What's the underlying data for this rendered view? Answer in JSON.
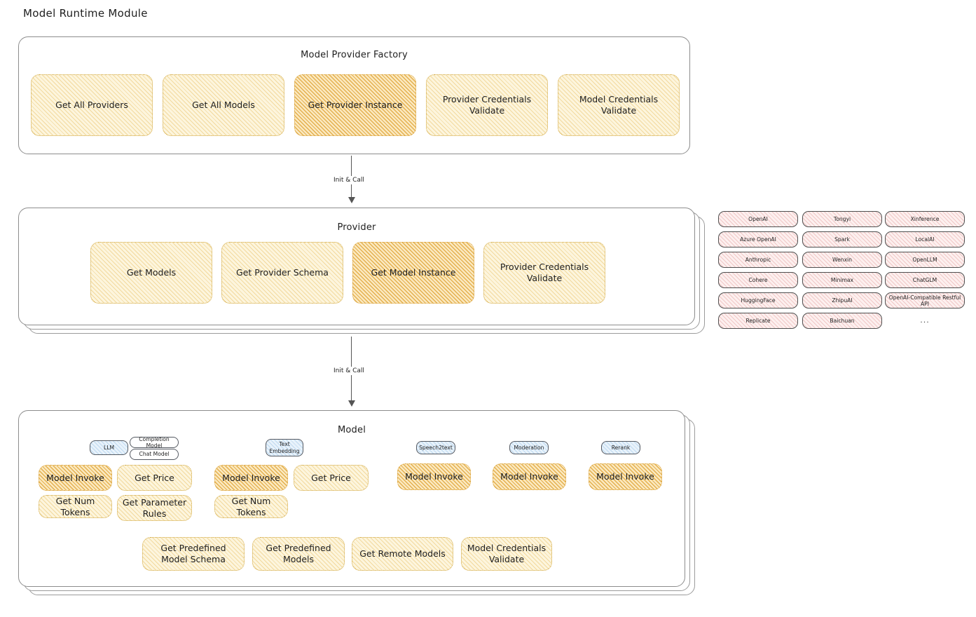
{
  "page": {
    "title": "Model Runtime Module"
  },
  "factory": {
    "title": "Model Provider Factory",
    "boxes": [
      {
        "label": "Get All Providers",
        "highlight": false
      },
      {
        "label": "Get All Models",
        "highlight": false
      },
      {
        "label": "Get Provider Instance",
        "highlight": true
      },
      {
        "label": "Provider Credentials Validate",
        "highlight": false
      },
      {
        "label": "Model Credentials Validate",
        "highlight": false
      }
    ]
  },
  "arrows": [
    {
      "label": "Init & Call"
    },
    {
      "label": "Init & Call"
    }
  ],
  "provider": {
    "title": "Provider",
    "boxes": [
      {
        "label": "Get Models",
        "highlight": false
      },
      {
        "label": "Get Provider Schema",
        "highlight": false
      },
      {
        "label": "Get Model Instance",
        "highlight": true
      },
      {
        "label": "Provider Credentials Validate",
        "highlight": false
      }
    ]
  },
  "provider_list": {
    "columns": [
      [
        "OpenAI",
        "Azure OpenAI",
        "Anthropic",
        "Cohere",
        "HuggingFace",
        "Replicate"
      ],
      [
        "Tongyi",
        "Spark",
        "Wenxin",
        "Minimax",
        "ZhipuAI",
        "Baichuan"
      ],
      [
        "Xinference",
        "LocalAI",
        "OpenLLM",
        "ChatGLM",
        "OpenAI-Compatible Restful API"
      ]
    ],
    "more": "..."
  },
  "model": {
    "title": "Model",
    "more": "...",
    "types": [
      {
        "name": "LLM",
        "subtags": [
          "Completion Model",
          "Chat Model"
        ]
      },
      {
        "name": "Text Embedding",
        "subtags": []
      },
      {
        "name": "Speech2text",
        "subtags": []
      },
      {
        "name": "Moderation",
        "subtags": []
      },
      {
        "name": "Rerank",
        "subtags": []
      }
    ],
    "llm_ops": [
      {
        "label": "Model Invoke",
        "highlight": true
      },
      {
        "label": "Get Price",
        "highlight": false
      },
      {
        "label": "Get Num Tokens",
        "highlight": false
      },
      {
        "label": "Get Parameter Rules",
        "highlight": false
      }
    ],
    "embedding_ops": [
      {
        "label": "Model Invoke",
        "highlight": true
      },
      {
        "label": "Get Price",
        "highlight": false
      },
      {
        "label": "Get Num Tokens",
        "highlight": false
      }
    ],
    "speech_ops": [
      {
        "label": "Model Invoke",
        "highlight": true
      }
    ],
    "moderation_ops": [
      {
        "label": "Model Invoke",
        "highlight": true
      }
    ],
    "rerank_ops": [
      {
        "label": "Model Invoke",
        "highlight": true
      }
    ],
    "common_ops": [
      {
        "label": "Get Predefined Model Schema",
        "highlight": false
      },
      {
        "label": "Get Predefined Models",
        "highlight": false
      },
      {
        "label": "Get Remote Models",
        "highlight": false
      },
      {
        "label": "Model Credentials Validate",
        "highlight": false
      }
    ]
  },
  "colors": {
    "accent_yellow": "#fdf5dd",
    "accent_yellow_hot": "#fbe9c0",
    "accent_pink": "#fdf0ef",
    "accent_blue": "#e8f2fb",
    "stroke": "#8d8d8d",
    "text": "#1e1e1e"
  }
}
